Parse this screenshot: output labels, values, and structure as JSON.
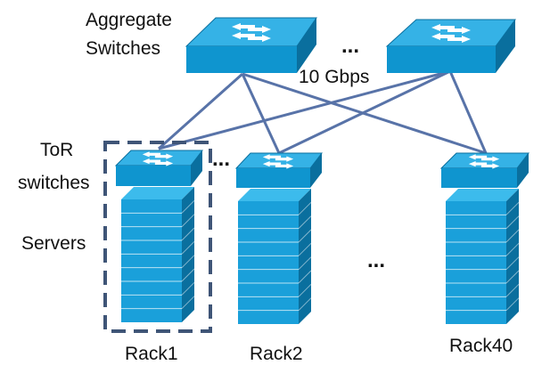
{
  "labels": {
    "aggregate_line1": "Aggregate",
    "aggregate_line2": "Switches",
    "link_speed": "10 Gbps",
    "tor_line1": "ToR",
    "tor_line2": "switches",
    "servers": "Servers",
    "ellipsis": "..."
  },
  "racks": [
    {
      "label": "Rack1"
    },
    {
      "label": "Rack2"
    },
    {
      "label": "Rack40"
    }
  ],
  "colors": {
    "switch_top": "#35b2e6",
    "switch_front": "#0f95cf",
    "switch_side": "#0a6f9e",
    "server_front": "#1aa0da",
    "server_side": "#0a6f9e",
    "link": "#5873a8",
    "dashed_box": "#3f5577"
  },
  "icons": [
    "aggregate-switch-icon",
    "tor-switch-icon",
    "server-rack-icon",
    "arrows-icon"
  ]
}
